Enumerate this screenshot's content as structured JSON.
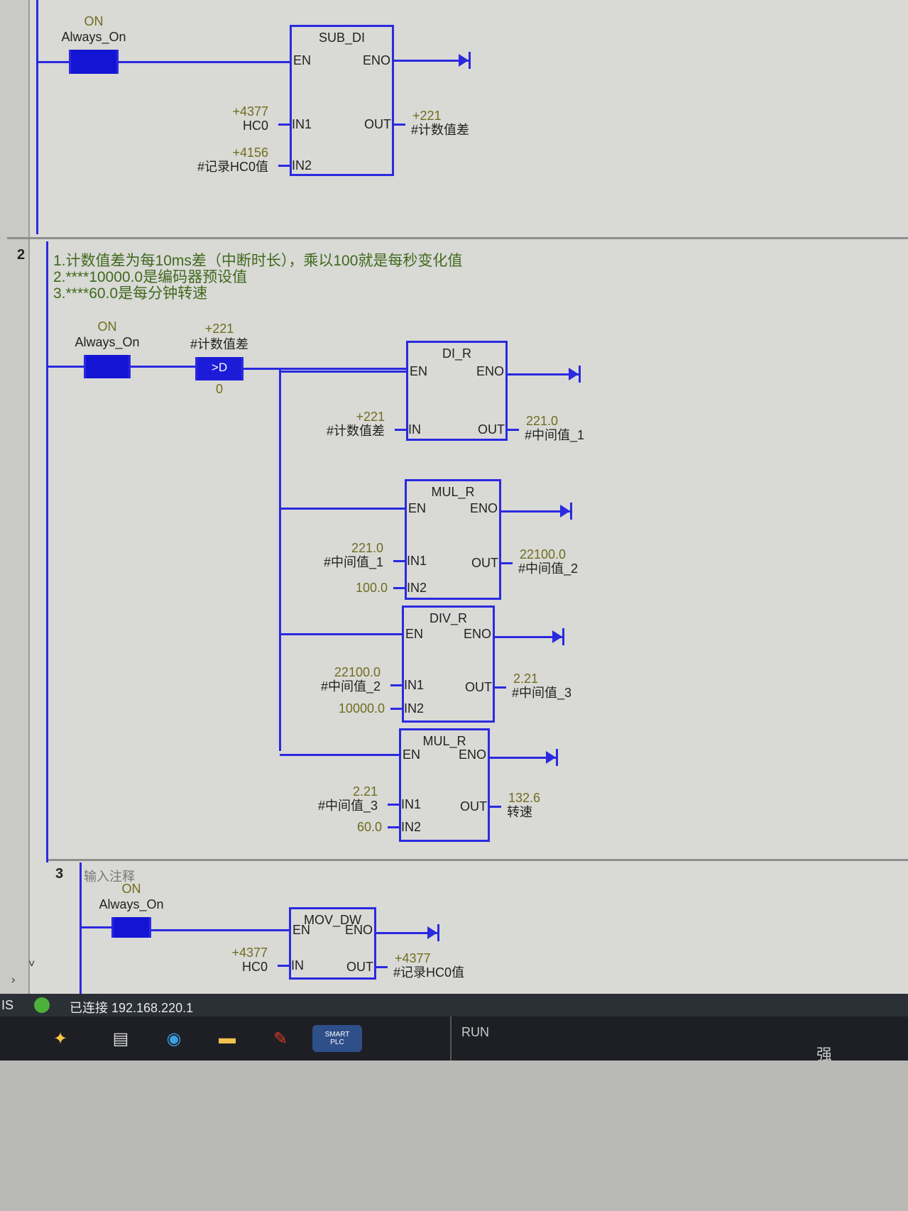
{
  "networks": [
    {
      "number": "",
      "comment": []
    },
    {
      "number": "2",
      "comment": [
        "1.计数值差为每10ms差（中断时长），乘以100就是每秒变化值",
        "2.****10000.0是编码器预设值",
        "3.****60.0是每分钟转速"
      ]
    },
    {
      "number": "3",
      "comment": [
        "输入注释"
      ]
    }
  ],
  "contacts": [
    {
      "value": "ON",
      "operand": "Always_On",
      "label": ""
    },
    {
      "value": "ON",
      "operand": "Always_On",
      "label": ""
    },
    {
      "value": "+221",
      "operand": "#计数值差",
      "label": ">D",
      "below": "0"
    },
    {
      "value": "ON",
      "operand": "Always_On",
      "label": ""
    }
  ],
  "blocks": [
    {
      "title": "SUB_DI",
      "en": "EN",
      "eno": "ENO",
      "inputs": [
        {
          "pin": "IN1",
          "value": "+4377",
          "operand": "HC0"
        },
        {
          "pin": "IN2",
          "value": "+4156",
          "operand": "#记录HC0值"
        }
      ],
      "output": {
        "pin": "OUT",
        "value": "+221",
        "operand": "#计数值差"
      }
    },
    {
      "title": "DI_R",
      "en": "EN",
      "eno": "ENO",
      "inputs": [
        {
          "pin": "IN",
          "value": "+221",
          "operand": "#计数值差"
        }
      ],
      "output": {
        "pin": "OUT",
        "value": "221.0",
        "operand": "#中间值_1"
      }
    },
    {
      "title": "MUL_R",
      "en": "EN",
      "eno": "ENO",
      "inputs": [
        {
          "pin": "IN1",
          "value": "221.0",
          "operand": "#中间值_1"
        },
        {
          "pin": "IN2",
          "value": "100.0",
          "operand": ""
        }
      ],
      "output": {
        "pin": "OUT",
        "value": "22100.0",
        "operand": "#中间值_2"
      }
    },
    {
      "title": "DIV_R",
      "en": "EN",
      "eno": "ENO",
      "inputs": [
        {
          "pin": "IN1",
          "value": "22100.0",
          "operand": "#中间值_2"
        },
        {
          "pin": "IN2",
          "value": "10000.0",
          "operand": ""
        }
      ],
      "output": {
        "pin": "OUT",
        "value": "2.21",
        "operand": "#中间值_3"
      }
    },
    {
      "title": "MUL_R",
      "en": "EN",
      "eno": "ENO",
      "inputs": [
        {
          "pin": "IN1",
          "value": "2.21",
          "operand": "#中间值_3"
        },
        {
          "pin": "IN2",
          "value": "60.0",
          "operand": ""
        }
      ],
      "output": {
        "pin": "OUT",
        "value": "132.6",
        "operand": "转速"
      }
    },
    {
      "title": "MOV_DW",
      "en": "EN",
      "eno": "ENO",
      "inputs": [
        {
          "pin": "IN",
          "value": "+4377",
          "operand": "HC0"
        }
      ],
      "output": {
        "pin": "OUT",
        "value": "+4377",
        "operand": "#记录HC0值"
      }
    }
  ],
  "status": {
    "mode_abbrev": "IS",
    "connection": "已连接 192.168.220.1",
    "plc_state": "RUN"
  },
  "taskbar": {
    "icons": [
      "copilot-icon",
      "task-view-icon",
      "edge-icon",
      "file-explorer-icon",
      "acrobat-icon",
      "step7-smart-icon"
    ],
    "smart_label": "SMART\nPLC",
    "ime": "强"
  },
  "colors": {
    "wire": "#2a2ae0",
    "comment": "#3f6a1c",
    "status_ok": "#4caf3a"
  }
}
